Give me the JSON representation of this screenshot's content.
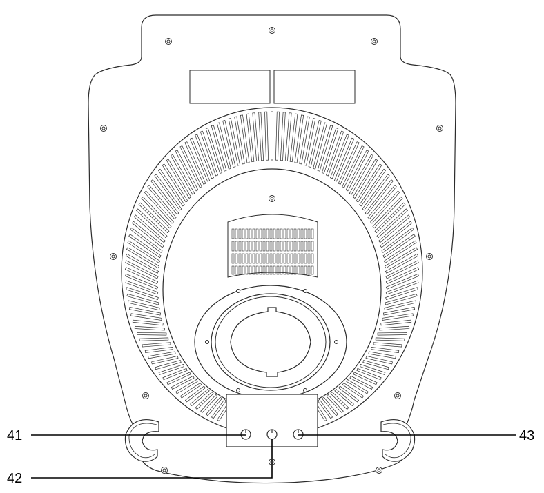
{
  "diagram": {
    "callouts": [
      {
        "id": "c41",
        "label": "41"
      },
      {
        "id": "c42",
        "label": "42"
      },
      {
        "id": "c43",
        "label": "43"
      }
    ]
  },
  "colors": {
    "outline": "#2b2b2b",
    "fill": "#ffffff",
    "leader": "#000000"
  }
}
